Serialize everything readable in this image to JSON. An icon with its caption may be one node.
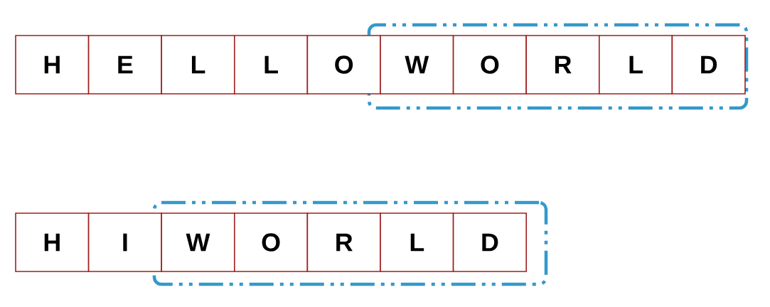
{
  "diagram": {
    "nodes": [
      {
        "text": [
          "H"
        ]
      },
      {
        "text": [
          "E"
        ]
      },
      {
        "text": [
          "L"
        ]
      },
      {
        "text": [
          "L"
        ]
      },
      {
        "text": [
          "O"
        ]
      },
      {
        "text": [],
        "shape": "box"
      },
      {
        "text": [
          "W"
        ],
        "in": 5
      },
      {
        "text": [
          "O"
        ],
        "in": 5
      },
      {
        "text": [
          "R"
        ],
        "in": 5
      },
      {
        "text": [
          "L"
        ],
        "in": 5
      },
      {
        "text": [
          "D"
        ],
        "in": 5
      },
      {
        "text": [
          "H"
        ]
      },
      {
        "text": [
          "I"
        ]
      },
      {
        "text": [],
        "shape": "box"
      },
      {
        "text": [
          "W"
        ],
        "in": 13
      },
      {
        "text": [
          "O"
        ],
        "in": 13
      },
      {
        "text": [
          "R"
        ],
        "in": 13
      },
      {
        "text": [
          "L"
        ],
        "in": 13
      },
      {
        "text": [
          "D"
        ],
        "in": 13
      }
    ]
  }
}
